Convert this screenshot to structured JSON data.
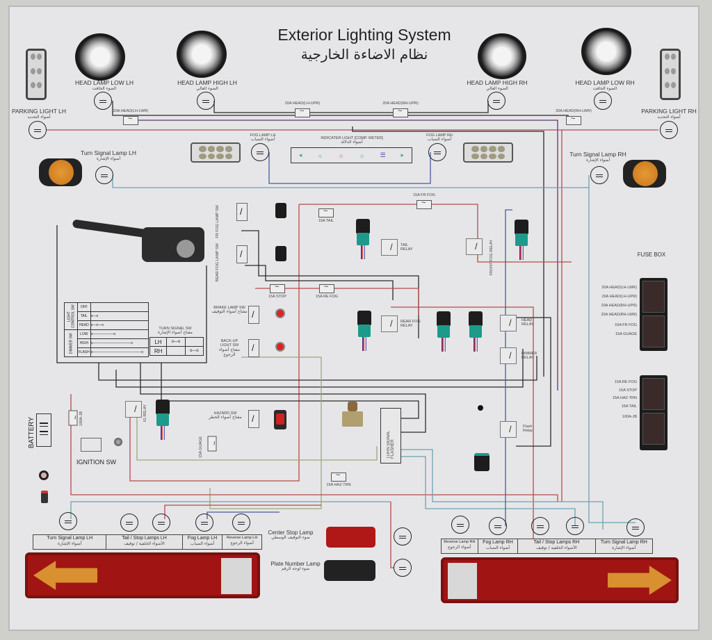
{
  "title": {
    "en": "Exterior Lighting System",
    "ar": "نظام الاضاءة الخارجية"
  },
  "lamps": {
    "head_low_lh": {
      "en": "HEAD LAMP LOW LH",
      "ar": "الضوء الخافت"
    },
    "head_high_lh": {
      "en": "HEAD LAMP HIGH LH",
      "ar": "الضوء العالي"
    },
    "head_high_rh": {
      "en": "HEAD LAMP HIGH RH",
      "ar": "الضوء العالي"
    },
    "head_low_rh": {
      "en": "HEAD LAMP LOW RH",
      "ar": "الضوء الخافت"
    },
    "parking_lh": {
      "en": "PARKING LIGHT LH",
      "ar": "أضواء التحديد"
    },
    "parking_rh": {
      "en": "PARKING LIGHT RH",
      "ar": "أضواء التحديد"
    },
    "turn_lh": {
      "en": "Turn Signal Lamp LH",
      "ar": "أضواء الإشارة"
    },
    "turn_rh": {
      "en": "Turn Signal Lamp RH",
      "ar": "أضواء الإشارة"
    },
    "fog_lh": {
      "en": "FOG LAMP LH",
      "ar": "أضواء الضباب"
    },
    "fog_rh": {
      "en": "FOG LAMP RH",
      "ar": "أضواء الضباب"
    }
  },
  "indicator": {
    "en": "INDICATER LIGHT [COMP. METER]",
    "ar": "أضواء الدلالة"
  },
  "fuses": {
    "head_lh_lwr": "20A HEAD(LH-LWR)",
    "head_lh_upr": "20A HEAD(LH-UPR)",
    "head_rh_upr": "20A HEAD(RH-UPR)",
    "head_rh_lwr": "20A HEAD(RH-LWR)",
    "tail": "15A TAIL",
    "fr_fog": "15A FR FOG",
    "stop": "15A STOP",
    "re_fog": "15A RE FOG",
    "haz_trn": "15A HAZ-TRN",
    "guage": "15A GUAGE",
    "jb": "100A-JB"
  },
  "switches": {
    "fr_fog": "FR FOG LAMP SW",
    "rear_fog": "REAR FOG LAMP SW",
    "brake": {
      "en": "BRAKE LAMP SW",
      "ar": "مفتاح أضواء التوقيف"
    },
    "backup": {
      "en": "BACK-UP LIGHT SW",
      "ar": "مفتاح أضواء الرجوع"
    },
    "hazard": {
      "en": "HAZARD SW",
      "ar": "مفتاح أضواء الخطر"
    },
    "ignition": "IGNITION SW",
    "turn_signal": {
      "en": "TURN SIGNAL SW",
      "ar": "مفتاح أضواء الإشارة"
    }
  },
  "relays": {
    "tail": "TAIL RELAY",
    "front_fog": "FRONT FOG RELAY",
    "rear_fog": "REAR FOG RELAY",
    "head": "HEAD RELAY",
    "dimmer": "DIMMER RELAY",
    "flash": "Flash Relay",
    "ig": "IG RELAY"
  },
  "battery": "BATTERY",
  "flasher": "TURN SIGNAL FLASHER",
  "light_table": {
    "group1": "LIGHT CONTROL SW",
    "group2": "DIMMER SW",
    "rows": [
      "OFF",
      "TAIL",
      "HEAD",
      "LOW",
      "HIGH",
      "FLASH"
    ]
  },
  "turn_table": {
    "rows": [
      "LH",
      "RH"
    ]
  },
  "fuse_box": {
    "title": "FUSE BOX",
    "box1": [
      "20A HEAD(LH-LWR)",
      "20A HEAD(LH-UPR)",
      "20A HEAD(RH-UPR)",
      "20A HEAD(RH-LWR)",
      "15A FR FOG",
      "15A GUAGE"
    ],
    "box2": [
      "15A RE FOG",
      "15A STOP",
      "15A HAZ-TRN",
      "15A TAIL",
      "100A-JB"
    ]
  },
  "rear_lh": [
    {
      "en": "Turn Signal Lamp LH",
      "ar": "أضواء الإشارة"
    },
    {
      "en": "Tail / Stop Lamps LH",
      "ar": "الأضواء الخلفية / توقيف"
    },
    {
      "en": "Fog Lamp LH",
      "ar": "أضواء الضباب"
    },
    {
      "en": "Reverse Lamp LH",
      "ar": "أضواء الرجوع"
    }
  ],
  "rear_rh": [
    {
      "en": "Reverse Lamp RH",
      "ar": "أضواء الرجوع"
    },
    {
      "en": "Fog Lamp RH",
      "ar": "أضواء الضباب"
    },
    {
      "en": "Tail / Stop Lamps RH",
      "ar": "الأضواء الخلفية / توقيف"
    },
    {
      "en": "Turn Signal Lamp RH",
      "ar": "أضواء الإشارة"
    }
  ],
  "center_stop": {
    "en": "Center Stop Lamp",
    "ar": "ضوء التوقيف الوسطي"
  },
  "plate": {
    "en": "Plate Number Lamp",
    "ar": "ضوء لوحة الرقم"
  },
  "colors": {
    "board": "#e6e6e8",
    "wire_red": "#b84a4a",
    "wire_black": "#2a2a2a",
    "wire_blue": "#4a5aa0",
    "wire_teal": "#6aa4b0",
    "wire_green": "#9aaa7a",
    "amber": "#d9892a",
    "tail_red": "#a01414"
  }
}
